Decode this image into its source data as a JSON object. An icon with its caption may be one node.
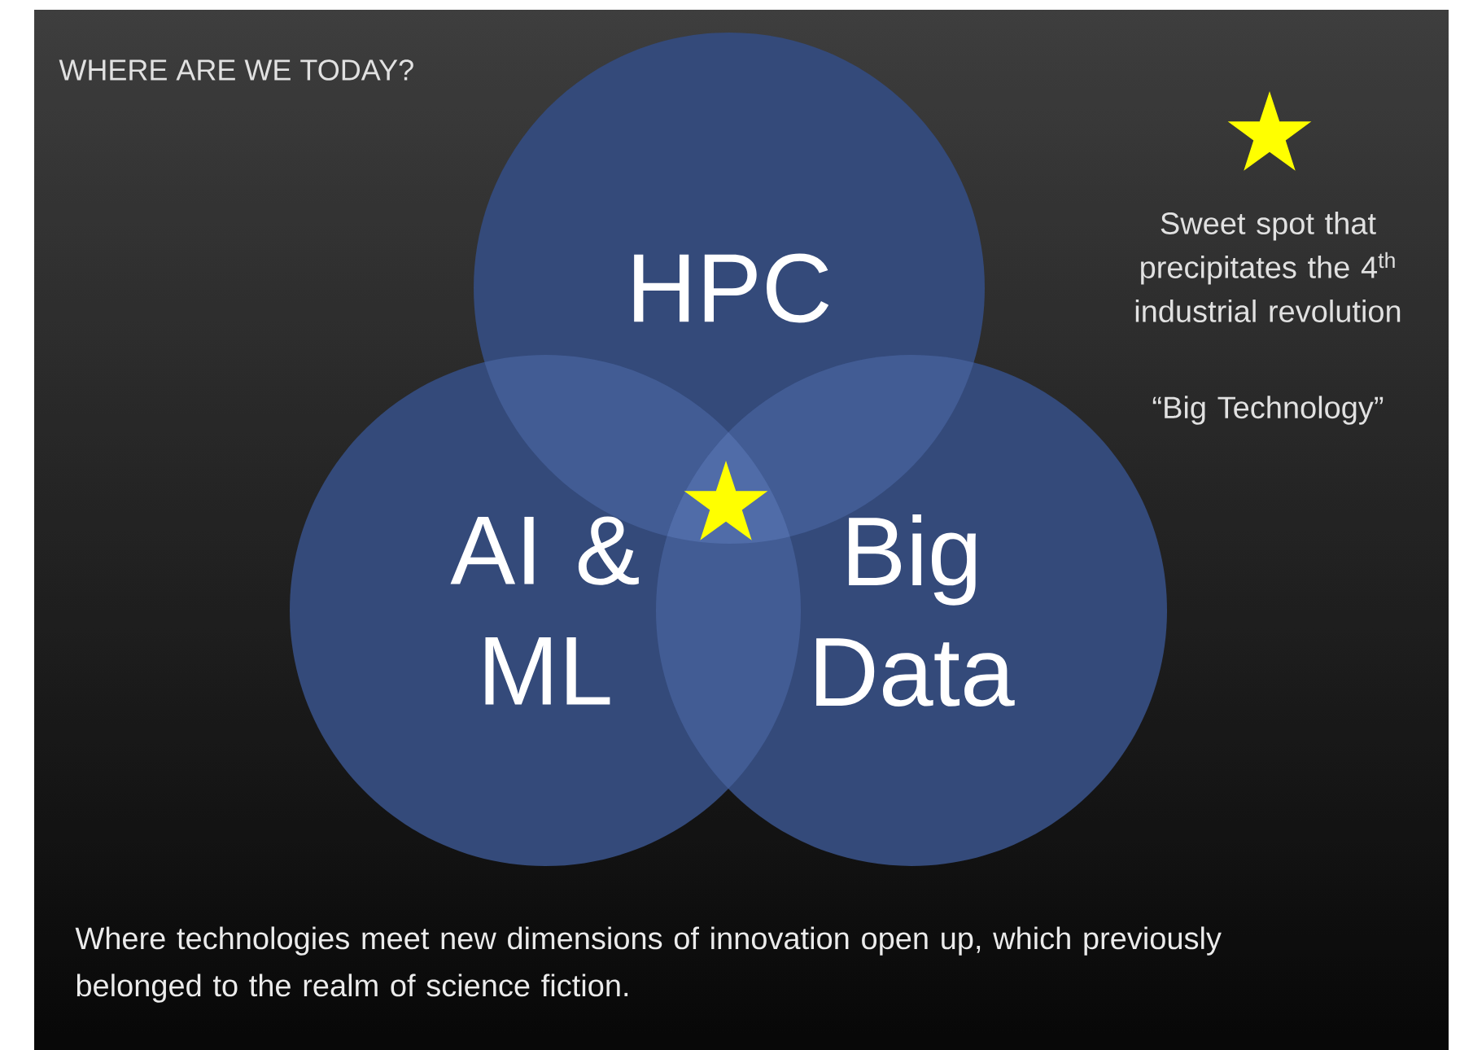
{
  "diagram": {
    "title": "WHERE ARE WE TODAY?",
    "caption": "Where technologies meet new dimensions of innovation open up, which previously belonged to the realm of science fiction.",
    "nodes": [
      {
        "text": [
          "HPC"
        ]
      },
      {
        "text": [
          "AI & ML"
        ]
      },
      {
        "text": [
          "Big Data"
        ]
      }
    ],
    "labels": [
      "Sweet spot that precipitates the 4$^{th}$ industrial revolution",
      "“Big Technology”"
    ]
  }
}
